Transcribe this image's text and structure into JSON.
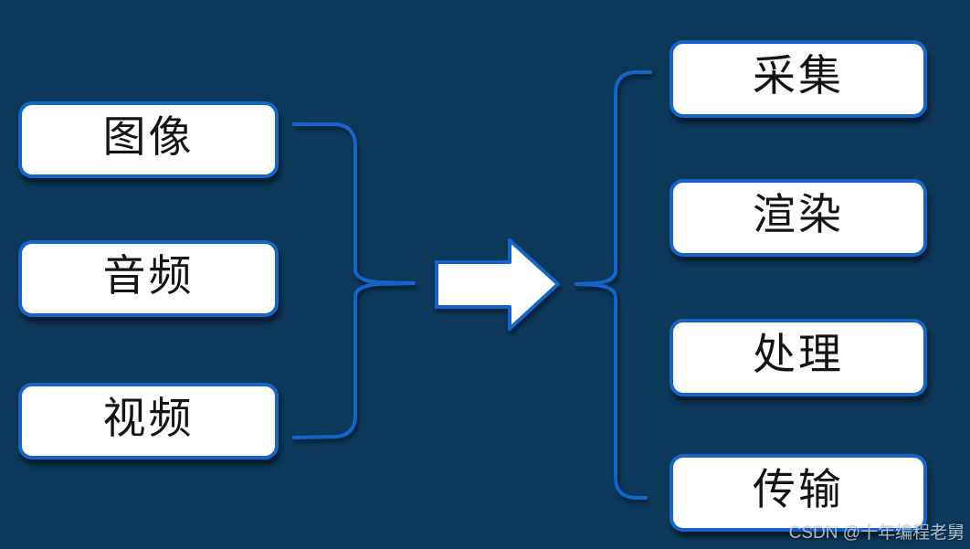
{
  "colors": {
    "bg": "#0c3959",
    "accent": "#1464ca",
    "node-fill": "#ffffff",
    "node-text": "#141414",
    "watermark": "#c9d1d8"
  },
  "left_nodes": [
    {
      "label": "图像"
    },
    {
      "label": "音频"
    },
    {
      "label": "视频"
    }
  ],
  "right_nodes": [
    {
      "label": "采集"
    },
    {
      "label": "渲染"
    },
    {
      "label": "处理"
    },
    {
      "label": "传输"
    }
  ],
  "connector": {
    "arrow_icon": "right-block-arrow",
    "left_brace_icon": "closing-curly-brace",
    "right_brace_icon": "opening-curly-brace"
  },
  "watermark": {
    "text": "CSDN @十年编程老舅"
  }
}
